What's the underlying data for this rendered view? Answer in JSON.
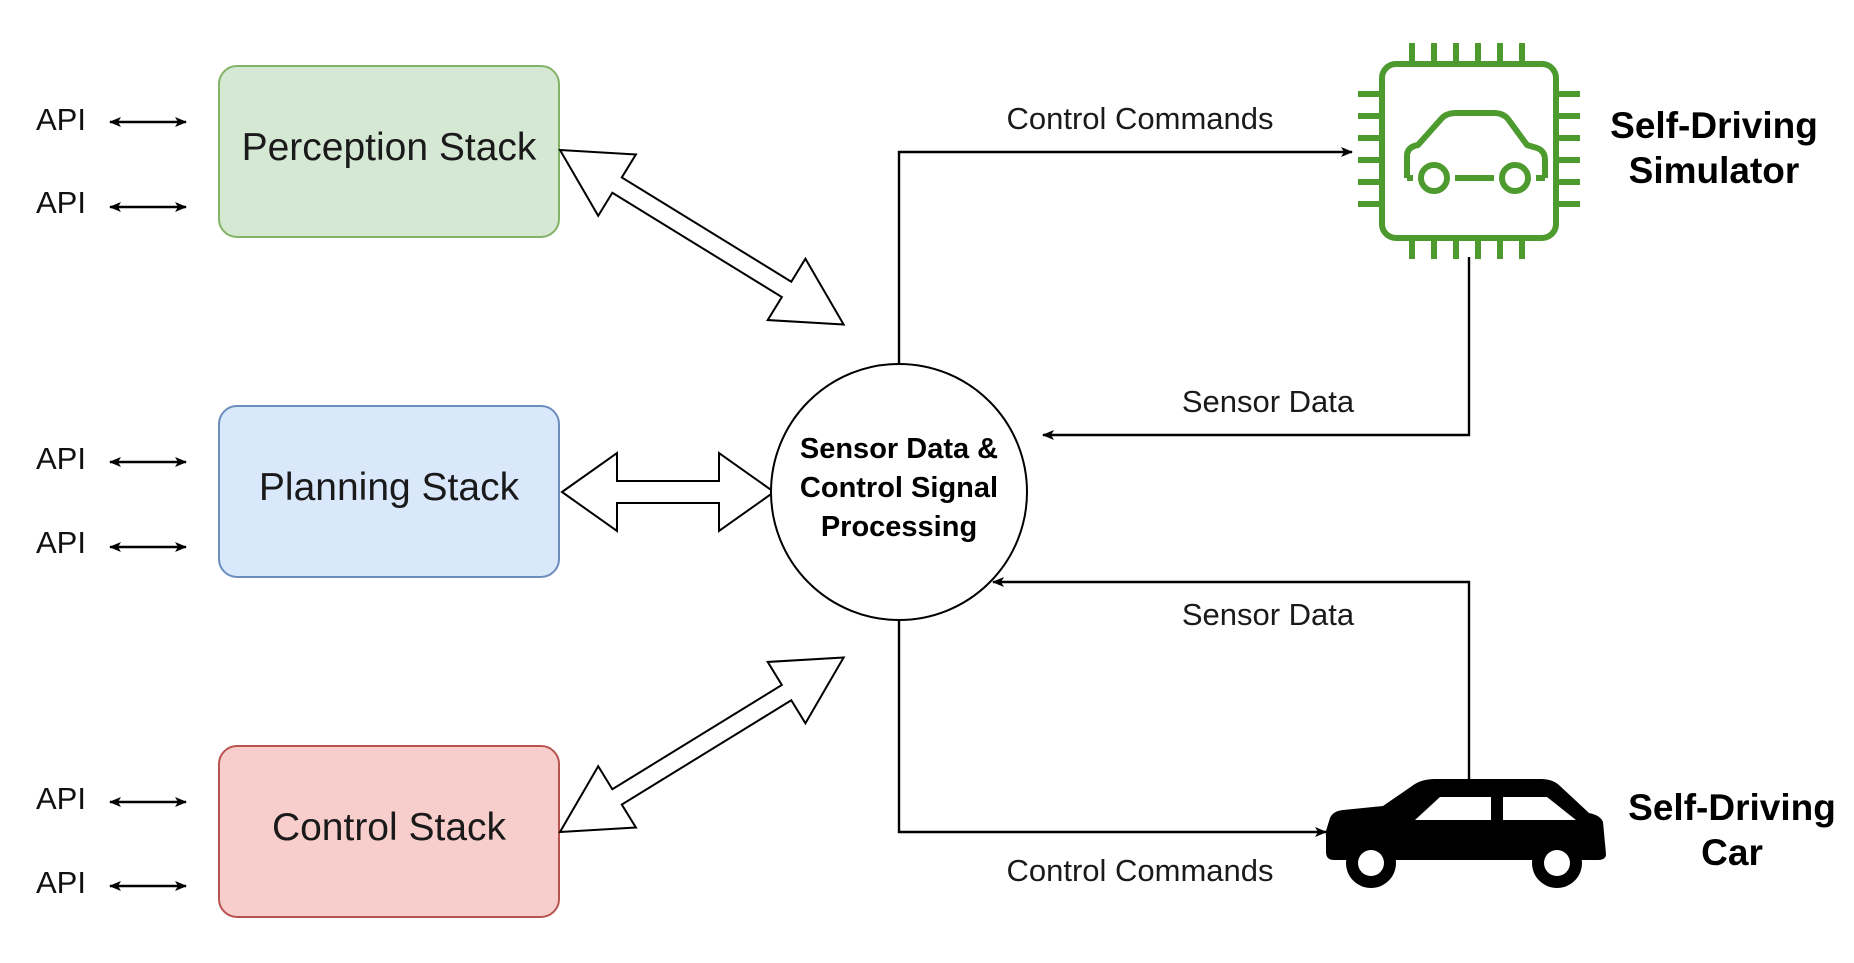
{
  "api_label": "API",
  "stacks": {
    "perception": "Perception Stack",
    "planning": "Planning Stack",
    "control": "Control Stack"
  },
  "hub": {
    "line1": "Sensor Data &",
    "line2": "Control Signal",
    "line3": "Processing"
  },
  "edges": {
    "control_commands_top": "Control Commands",
    "sensor_data_top": "Sensor Data",
    "sensor_data_bottom": "Sensor Data",
    "control_commands_bottom": "Control Commands"
  },
  "simulator": {
    "line1": "Self-Driving",
    "line2": "Simulator"
  },
  "car": {
    "line1": "Self-Driving",
    "line2": "Car"
  },
  "colors": {
    "perception_fill": "#d5e8d4",
    "perception_stroke": "#82b366",
    "planning_fill": "#dae8fc",
    "planning_stroke": "#6c8ebf",
    "control_fill": "#f8cecc",
    "control_stroke": "#b85450",
    "simulator_green": "#4d9a2e"
  },
  "icons": {
    "simulator": "chip-car-icon",
    "car": "car-icon",
    "api_arrow": "double-headed-arrow-icon"
  }
}
